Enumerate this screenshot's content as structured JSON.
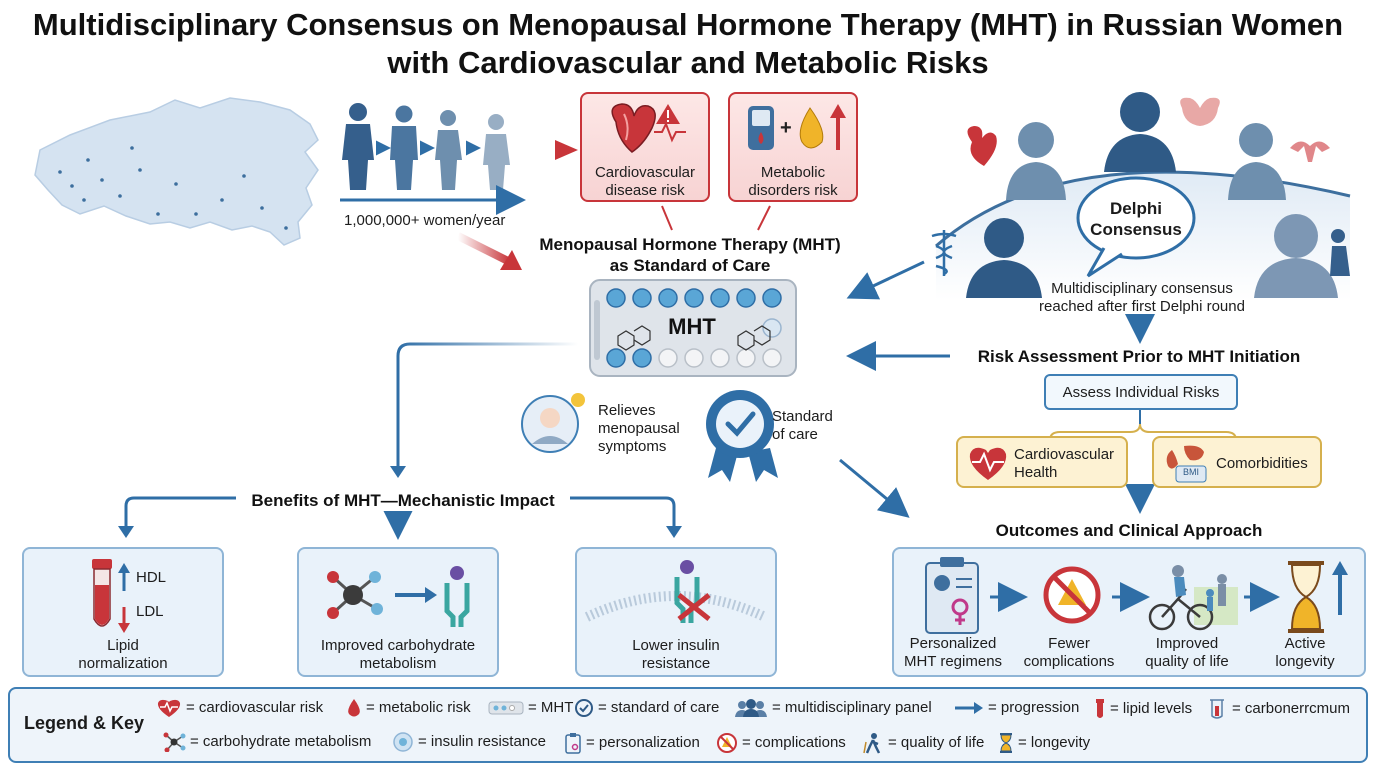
{
  "title_line1": "Multidisciplinary Consensus on Menopausal Hormone Therapy (MHT) in Russian Women",
  "title_line2": "with Cardiovascular and Metabolic Risks",
  "population_label": "1,000,000+ women/year",
  "risks": {
    "cardio": {
      "line1": "Cardiovascular",
      "line2": "disease risk"
    },
    "metabolic": {
      "line1": "Metabolic",
      "line2": "disorders risk"
    }
  },
  "mht_heading": {
    "line1": "Menopausal Hormone Therapy (MHT)",
    "line2": "as Standard of Care"
  },
  "pill_pack_label": "MHT",
  "relieves": {
    "line1": "Relieves",
    "line2": "menopausal",
    "line3": "symptoms"
  },
  "standard": {
    "line1": "Standard",
    "line2": "of care"
  },
  "delphi": {
    "bubble_line1": "Delphi",
    "bubble_line2": "Consensus",
    "caption_line1": "Multidisciplinary consensus",
    "caption_line2": "reached after first Delphi round"
  },
  "risk_assessment": {
    "heading": "Risk Assessment Prior to MHT Initiation",
    "assess": "Assess Individual Risks",
    "cardio_line1": "Cardiovascular",
    "cardio_line2": "Health",
    "comorbidities": "Comorbidities",
    "bmi_tag": "BMI"
  },
  "benefits": {
    "heading": "Benefits of MHT—Mechanistic Impact",
    "hdl": "HDL",
    "ldl": "LDL",
    "lipid_line1": "Lipid",
    "lipid_line2": "normalization",
    "carb_line1": "Improved carbohydrate",
    "carb_line2": "metabolism",
    "insulin_line1": "Lower insulin",
    "insulin_line2": "resistance"
  },
  "outcomes": {
    "heading": "Outcomes and Clinical Approach",
    "items": [
      {
        "line1": "Personalized",
        "line2": "MHT regimens"
      },
      {
        "line1": "Fewer",
        "line2": "complications"
      },
      {
        "line1": "Improved",
        "line2": "quality of life"
      },
      {
        "line1": "Active",
        "line2": "longevity"
      }
    ]
  },
  "legend": {
    "title": "Legend & Key",
    "row1": [
      "= cardiovascular risk",
      "= metabolic risk",
      "= MHT",
      "= standard of care",
      "= multidisciplinary panel",
      "= progression",
      "= lipid levels",
      "= carbonerrcmum"
    ],
    "row2": [
      "= carbohydrate metabolism",
      "= insulin resistance",
      "= personalization",
      "= complications",
      "= quality of life",
      "= longevity"
    ]
  },
  "colors": {
    "risk_red": "#c8353a",
    "flow_blue": "#2f6ea6",
    "panel_blue": "#e9f2fa",
    "gold": "#d5b04d"
  }
}
